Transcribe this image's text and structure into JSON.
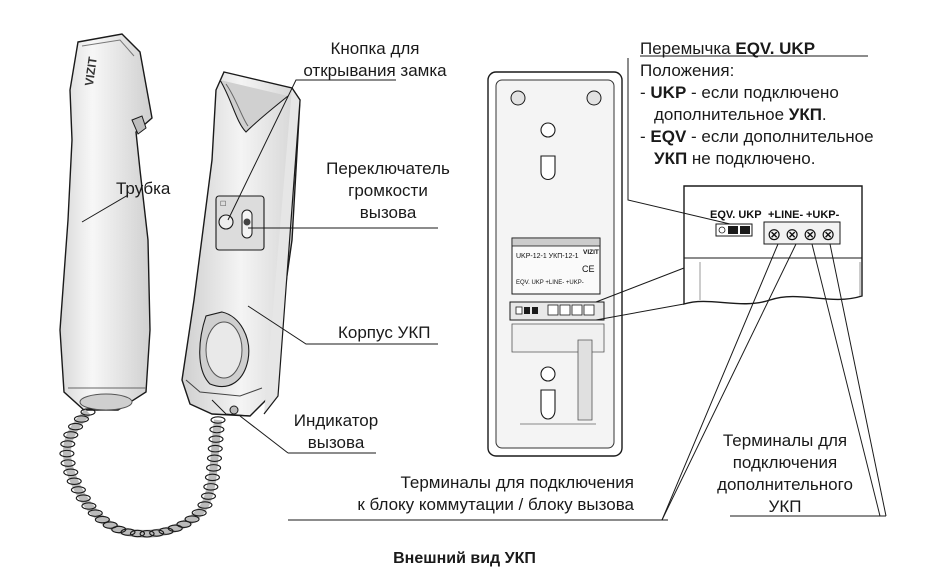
{
  "caption": "Внешний вид УКП",
  "labels": {
    "button_l1": "Кнопка для",
    "button_l2": "открывания замка",
    "handset": "Трубка",
    "switch_l1": "Переключатель",
    "switch_l2": "громкости",
    "switch_l3": "вызова",
    "body": "Корпус УКП",
    "indicator_l1": "Индикатор",
    "indicator_l2": "вызова",
    "term_main_l1": "Терминалы для подключения",
    "term_main_l2": "к блоку коммутации / блоку вызова",
    "term_extra_l1": "Терминалы для",
    "term_extra_l2": "подключения",
    "term_extra_l3": "дополнительного",
    "term_extra_l4": "УКП"
  },
  "jumper": {
    "title_prefix": "Перемычка",
    "title_name": "EQV. UKP",
    "positions": "Положения:",
    "ukp_dash": "- ",
    "ukp_key": "UKP",
    "ukp_text": " - если подключено",
    "ukp_text2": "дополнительное ",
    "ukp_text2_b": "УКП",
    "ukp_text2_end": ".",
    "eqv_dash": "- ",
    "eqv_key": "EQV",
    "eqv_text": " - если дополнительное",
    "eqv_text2_b": "УКП",
    "eqv_text2": " не подключено."
  },
  "device": {
    "brand": "VIZIT",
    "handset_brand": "VIZIT",
    "label_model": "UKP-12-1  УКП-12-1",
    "label_header": "EQV. UKP  +LINE- +UKP-"
  },
  "terminal_block": {
    "jumper_label": "EQV. UKP",
    "line_label": "+LINE-",
    "ukp_label": "+UKP-",
    "screw_glyph": "⊗"
  },
  "colors": {
    "line": "#1a1a1a",
    "fill_light": "#f2f2f2",
    "fill_mid": "#d9d9d9",
    "fill_dark": "#bfbfbf"
  }
}
